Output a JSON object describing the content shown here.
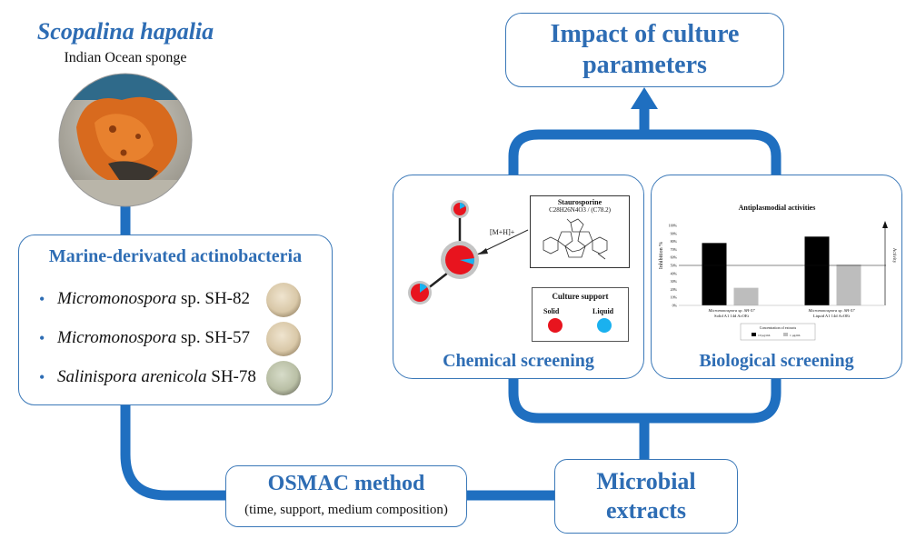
{
  "colors": {
    "accent": "#2e6db4",
    "pipe": "#1f6fc0",
    "solid": "#e8141e",
    "liquid": "#1ab1ef",
    "bar_solid": "#000000",
    "bar_liquid": "#bdbdbd"
  },
  "sponge": {
    "species": "Scopalina hapalia",
    "origin": "Indian Ocean sponge"
  },
  "actino": {
    "title": "Marine-derivated actinobacteria",
    "strains": [
      {
        "genus": "Micromonospora",
        "rest": " sp. SH-82"
      },
      {
        "genus": "Micromonospora",
        "rest": " sp. SH-57"
      },
      {
        "genus": "Salinispora arenicola",
        "rest": " SH-78"
      }
    ]
  },
  "impact": {
    "line1": "Impact of culture",
    "line2": "parameters"
  },
  "osmac": {
    "title": "OSMAC method",
    "subtitle": "(time, support, medium composition)"
  },
  "extracts": {
    "line1": "Microbial",
    "line2": "extracts"
  },
  "chemical": {
    "label": "Chemical screening",
    "compound": "Staurosporine",
    "formula_prefix": "C",
    "formula": "C28H26N4O3 / (C78.2)",
    "ion_label": "[M+H]+",
    "legend_title": "Culture support",
    "legend_solid": "Solid",
    "legend_liquid": "Liquid"
  },
  "biological": {
    "label": "Biological screening",
    "chart_title": "Antiplasmodial activities",
    "y_axis_label": "Inhibition %",
    "right_axis_label": "Activity",
    "legend_title": "Concentration of extracts",
    "legend_items": [
      "10 µg/mL",
      "1 µg/mL"
    ],
    "group1_line1": "Micromonospora sp. SH-57",
    "group1_line2": "Solid A1 14d AcOEt",
    "group2_line1": "Micromonospora sp. SH-57",
    "group2_line2": "Liquid A1 14d AcOEt"
  },
  "chart_data": {
    "type": "bar",
    "title": "Antiplasmodial activities",
    "ylabel": "Inhibition %",
    "ylim": [
      0,
      100
    ],
    "yticks": [
      "0%",
      "10%",
      "20%",
      "30%",
      "40%",
      "50%",
      "60%",
      "70%",
      "80%",
      "90%",
      "100%"
    ],
    "threshold": 50,
    "categories": [
      "Micromonospora sp. SH-57 Solid A1 14d AcOEt",
      "Micromonospora sp. SH-57 Liquid A1 14d AcOEt"
    ],
    "series": [
      {
        "name": "10 µg/mL",
        "values": [
          78,
          86
        ]
      },
      {
        "name": "1 µg/mL",
        "values": [
          22,
          51
        ]
      }
    ]
  }
}
